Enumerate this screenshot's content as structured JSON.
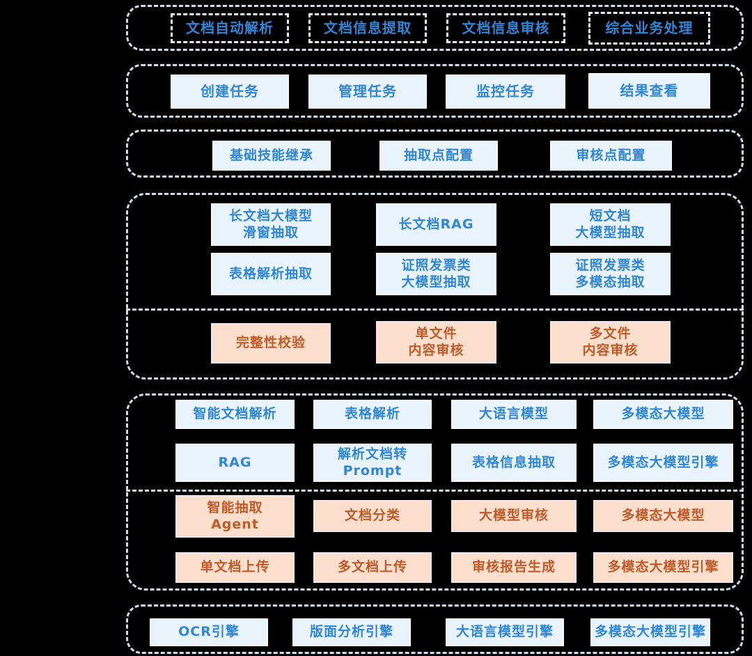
{
  "colors": {
    "background": "#000000",
    "container_border": "#cddfe8",
    "blue_text": "#2f86d7",
    "blue_box_bg": "#e9f3fc",
    "orange_text": "#c05a28",
    "orange_box_bg": "#fbdfcc",
    "dashed_box_border": "#e8eff3"
  },
  "layers": {
    "scenarios": {
      "boxes": [
        "文档自动解析",
        "文档信息提取",
        "文档信息审核",
        "综合业务处理"
      ]
    },
    "tasks": {
      "boxes": [
        "创建任务",
        "管理任务",
        "监控任务",
        "结果查看"
      ]
    },
    "config": {
      "boxes": [
        "基础技能继承",
        "抽取点配置",
        "审核点配置"
      ]
    },
    "skills": {
      "extract": [
        "长文档大模型\n滑窗抽取",
        "长文档RAG",
        "短文档\n大模型抽取",
        "表格解析抽取",
        "证照发票类\n大模型抽取",
        "证照发票类\n多模态抽取"
      ],
      "audit": [
        "完整性校验",
        "单文件\n内容审核",
        "多文件\n内容审核"
      ]
    },
    "capabilities": {
      "blue": [
        "智能文档解析",
        "表格解析",
        "大语言模型",
        "多模态大模型",
        "RAG",
        "解析文档转\nPrompt",
        "表格信息抽取",
        "多模态大模型引擎"
      ],
      "orange": [
        "智能抽取\nAgent",
        "文档分类",
        "大模型审核",
        "多模态大模型",
        "单文档上传",
        "多文档上传",
        "审核报告生成",
        "多模态大模型引擎"
      ]
    },
    "engines": {
      "boxes": [
        "OCR引擎",
        "版面分析引擎",
        "大语言模型引擎",
        "多模态大模型引擎"
      ]
    }
  }
}
